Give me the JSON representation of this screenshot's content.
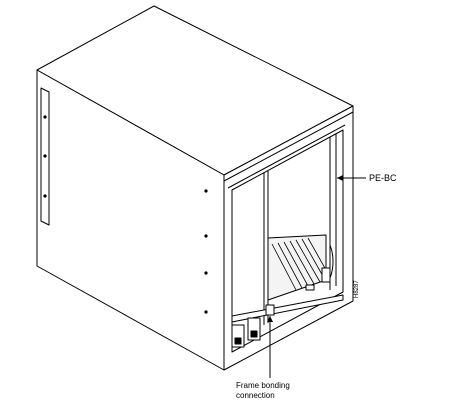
{
  "callouts": {
    "pe_bc": "PE-BC",
    "frame_bonding_line1": "Frame bonding",
    "frame_bonding_line2": "connection"
  },
  "figure_id": "H8287",
  "colors": {
    "line": "#000000",
    "face_top": "#ffffff",
    "face_side": "#ffffff",
    "shade": "#cfcfcf"
  }
}
